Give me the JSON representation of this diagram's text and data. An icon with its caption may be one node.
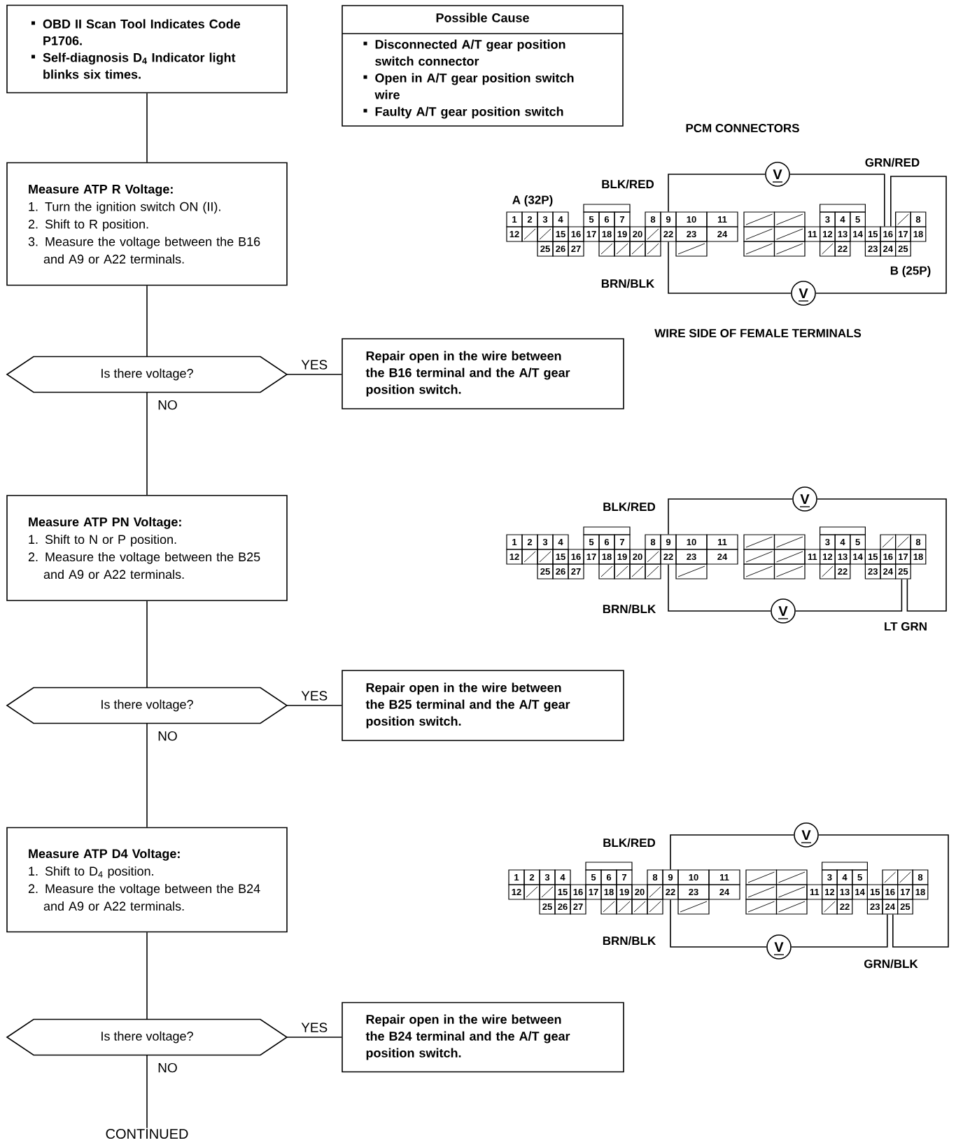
{
  "diagram": {
    "nodes": [
      {
        "text": [
          "OBD II Scan Tool Indicates Code P1706.",
          "Self-diagnosis D$_{4}$ Indicator light blinks six times."
        ]
      },
      {
        "text": [
          "Possible Cause",
          "Disconnected A/T gear position switch connector",
          "Open in A/T gear position switch wire",
          "Faulty A/T gear position switch"
        ]
      },
      {
        "text": [
          "Measure ATP R Voltage:",
          "1. Turn the ignition switch ON (II).",
          "2. Shift to R position.",
          "3. Measure the voltage between the B16 and A9 or A22 terminals."
        ]
      },
      {
        "text": [
          "Is there voltage?"
        ]
      },
      {
        "text": [
          "Repair open in the wire between the B16 terminal and the A/T gear position switch."
        ]
      },
      {
        "text": [
          "Measure ATP PN Voltage:",
          "1. Shift to N or P position.",
          "2. Measure the voltage between the B25 and A9 or A22 terminals."
        ]
      },
      {
        "text": [
          "Is there voltage?"
        ]
      },
      {
        "text": [
          "Repair open in the wire between the B25 terminal and the A/T gear position switch."
        ]
      },
      {
        "text": [
          "Measure ATP D4 Voltage:",
          "1. Shift to D$_{4}$ position.",
          "2. Measure the voltage between the B24 and A9 or A22 terminals."
        ]
      },
      {
        "text": [
          "Is there voltage?"
        ]
      },
      {
        "text": [
          "Repair open in the wire between the B24 terminal and the A/T gear position switch."
        ]
      },
      {
        "text": [
          "CONTINUED"
        ]
      },
      {
        "text": [
          "V"
        ]
      },
      {
        "text": [
          "9"
        ]
      },
      {
        "text": [
          "22"
        ]
      },
      {
        "text": [
          "16"
        ]
      },
      {
        "text": [
          "V"
        ]
      },
      {
        "text": [
          "V"
        ]
      },
      {
        "text": [
          "9"
        ]
      },
      {
        "text": [
          "22"
        ]
      },
      {
        "text": [
          "25"
        ]
      },
      {
        "text": [
          "V"
        ]
      },
      {
        "text": [
          "V"
        ]
      },
      {
        "text": [
          "9"
        ]
      },
      {
        "text": [
          "22"
        ]
      },
      {
        "text": [
          "24"
        ]
      },
      {
        "text": [
          "V"
        ]
      }
    ],
    "edges": [
      {
        "from": 0,
        "to": 2,
        "arrow": "none"
      },
      {
        "from": 2,
        "to": 3,
        "arrow": "none"
      },
      {
        "from": 3,
        "to": 4,
        "arrow": "none",
        "label": "YES"
      },
      {
        "from": 3,
        "to": 5,
        "arrow": "none",
        "label": "NO"
      },
      {
        "from": 5,
        "to": 6,
        "arrow": "none"
      },
      {
        "from": 6,
        "to": 7,
        "arrow": "none",
        "label": "YES"
      },
      {
        "from": 6,
        "to": 8,
        "arrow": "none",
        "label": "NO"
      },
      {
        "from": 8,
        "to": 9,
        "arrow": "none"
      },
      {
        "from": 9,
        "to": 10,
        "arrow": "none",
        "label": "YES"
      },
      {
        "from": 9,
        "to": 11,
        "arrow": "none",
        "label": "NO"
      },
      {
        "from": 13,
        "to": 12,
        "arrow": "none"
      },
      {
        "from": 12,
        "to": 15,
        "arrow": "none"
      },
      {
        "from": 14,
        "to": 16,
        "arrow": "none"
      },
      {
        "from": 16,
        "to": 15,
        "arrow": "none"
      },
      {
        "from": 18,
        "to": 17,
        "arrow": "none"
      },
      {
        "from": 17,
        "to": 20,
        "arrow": "none"
      },
      {
        "from": 19,
        "to": 21,
        "arrow": "none"
      },
      {
        "from": 21,
        "to": 20,
        "arrow": "none"
      },
      {
        "from": 23,
        "to": 22,
        "arrow": "none"
      },
      {
        "from": 22,
        "to": 25,
        "arrow": "none"
      },
      {
        "from": 24,
        "to": 26,
        "arrow": "none"
      },
      {
        "from": 26,
        "to": 25,
        "arrow": "none"
      }
    ],
    "labels": [
      "PCM CONNECTORS",
      "GRN/RED",
      "BLK/RED",
      "A (32P)",
      "1",
      "2",
      "3",
      "4",
      "5",
      "6",
      "7",
      "8",
      "10",
      "11",
      "12",
      "15",
      "16",
      "17",
      "18",
      "19",
      "20",
      "23",
      "24",
      "25",
      "26",
      "27",
      "3",
      "4",
      "5",
      "8",
      "11",
      "12",
      "13",
      "14",
      "15",
      "17",
      "18",
      "22",
      "23",
      "24",
      "25",
      "B (25P)",
      "BRN/BLK",
      "WIRE SIDE OF FEMALE TERMINALS",
      "BLK/RED",
      "1",
      "2",
      "3",
      "4",
      "5",
      "6",
      "7",
      "8",
      "10",
      "11",
      "12",
      "15",
      "16",
      "17",
      "18",
      "19",
      "20",
      "23",
      "24",
      "25",
      "26",
      "27",
      "3",
      "4",
      "5",
      "8",
      "11",
      "12",
      "13",
      "14",
      "15",
      "16",
      "17",
      "18",
      "22",
      "23",
      "24",
      "BRN/BLK",
      "LT GRN",
      "BLK/RED",
      "1",
      "2",
      "3",
      "4",
      "5",
      "6",
      "7",
      "8",
      "10",
      "11",
      "12",
      "15",
      "16",
      "17",
      "18",
      "19",
      "20",
      "23",
      "24",
      "25",
      "26",
      "27",
      "3",
      "4",
      "5",
      "8",
      "11",
      "12",
      "13",
      "14",
      "15",
      "16",
      "17",
      "18",
      "22",
      "23",
      "25",
      "BRN/BLK",
      "GRN/BLK"
    ]
  }
}
